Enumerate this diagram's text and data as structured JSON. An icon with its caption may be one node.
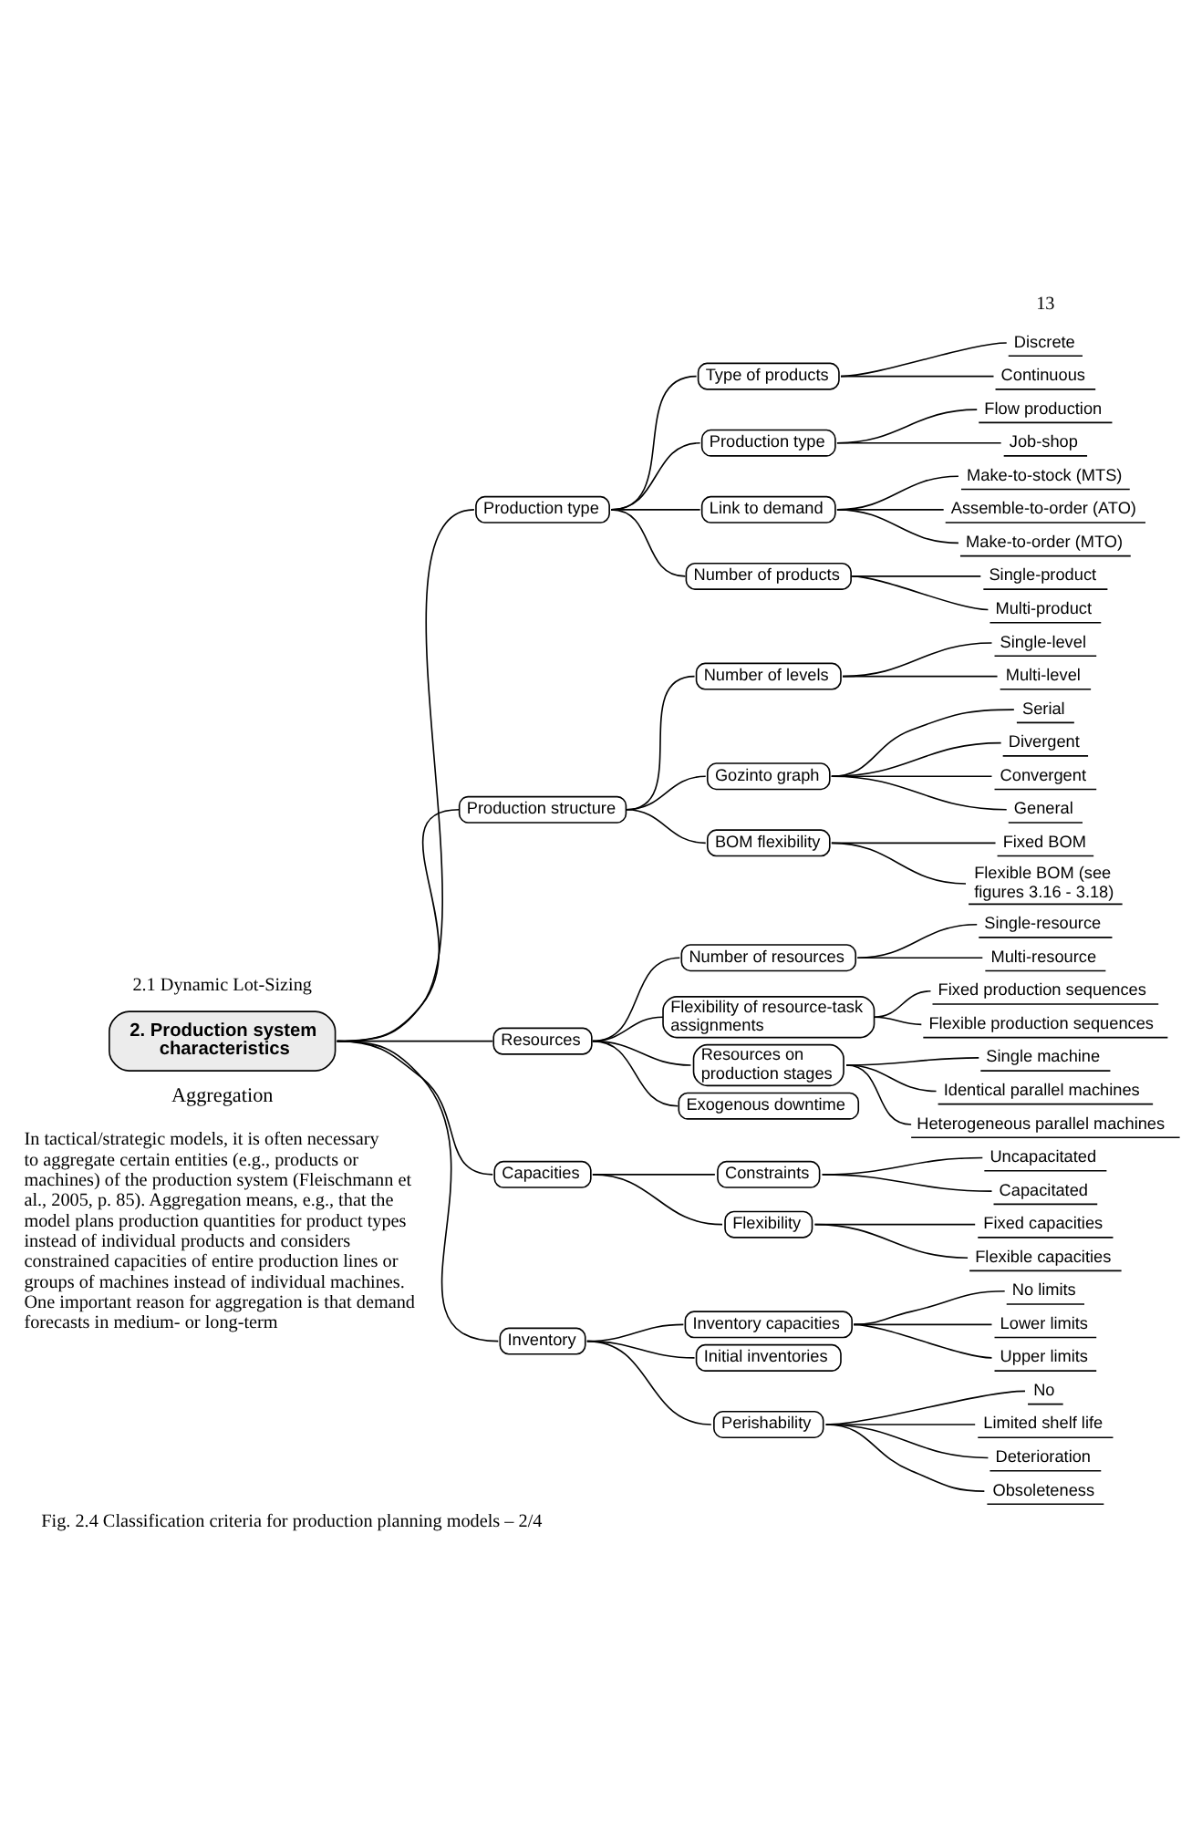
{
  "diagram": {
    "caption": "Fig. 2.4 Classification criteria for production planning models – 2/4",
    "nodes": [
      {
        "text": [
          "2. Production system characteristics"
        ]
      },
      {
        "text": [
          "Production type"
        ]
      },
      {
        "text": [
          "Type of products"
        ]
      },
      {
        "text": [
          "Discrete"
        ]
      },
      {
        "text": [
          "Continuous"
        ]
      },
      {
        "text": [
          "Production type"
        ]
      },
      {
        "text": [
          "Flow production"
        ]
      },
      {
        "text": [
          "Job-shop"
        ]
      },
      {
        "text": [
          "Link to demand"
        ]
      },
      {
        "text": [
          "Make-to-stock (MTS)"
        ]
      },
      {
        "text": [
          "Assemble-to-order (ATO)"
        ]
      },
      {
        "text": [
          "Make-to-order (MTO)"
        ]
      },
      {
        "text": [
          "Number of products"
        ]
      },
      {
        "text": [
          "Single-product"
        ]
      },
      {
        "text": [
          "Multi-product"
        ]
      },
      {
        "text": [
          "Production structure"
        ]
      },
      {
        "text": [
          "Number of levels"
        ]
      },
      {
        "text": [
          "Single-level"
        ]
      },
      {
        "text": [
          "Multi-level"
        ]
      },
      {
        "text": [
          "Gozinto graph"
        ]
      },
      {
        "text": [
          "Serial"
        ]
      },
      {
        "text": [
          "Divergent"
        ]
      },
      {
        "text": [
          "Convergent"
        ]
      },
      {
        "text": [
          "General"
        ]
      },
      {
        "text": [
          "BOM flexibility"
        ]
      },
      {
        "text": [
          "Fixed BOM"
        ]
      },
      {
        "text": [
          "Flexible BOM (see figures 3.16 - 3.18)"
        ]
      },
      {
        "text": [
          "Resources"
        ]
      },
      {
        "text": [
          "Number of resources"
        ]
      },
      {
        "text": [
          "Single-resource"
        ]
      },
      {
        "text": [
          "Multi-resource"
        ]
      },
      {
        "text": [
          "Flexibility of resource-task assignments"
        ]
      },
      {
        "text": [
          "Fixed production sequences"
        ]
      },
      {
        "text": [
          "Flexible production sequences"
        ]
      },
      {
        "text": [
          "Resources on production stages"
        ]
      },
      {
        "text": [
          "Single machine"
        ]
      },
      {
        "text": [
          "Identical parallel machines"
        ]
      },
      {
        "text": [
          "Heterogeneous parallel machines"
        ]
      },
      {
        "text": [
          "Exogenous downtime"
        ]
      },
      {
        "text": [
          "Capacities"
        ]
      },
      {
        "text": [
          "Constraints"
        ]
      },
      {
        "text": [
          "Uncapacitated"
        ]
      },
      {
        "text": [
          "Capacitated"
        ]
      },
      {
        "text": [
          "Flexibility"
        ]
      },
      {
        "text": [
          "Fixed capacities"
        ]
      },
      {
        "text": [
          "Flexible capacities"
        ]
      },
      {
        "text": [
          "Inventory"
        ]
      },
      {
        "text": [
          "Inventory capacities"
        ]
      },
      {
        "text": [
          "No limits"
        ]
      },
      {
        "text": [
          "Lower limits"
        ]
      },
      {
        "text": [
          "Upper limits"
        ]
      },
      {
        "text": [
          "Initial inventories"
        ]
      },
      {
        "text": [
          "Perishability"
        ]
      },
      {
        "text": [
          "No"
        ]
      },
      {
        "text": [
          "Limited shelf life"
        ]
      },
      {
        "text": [
          "Deterioration"
        ]
      },
      {
        "text": [
          "Obsoleteness"
        ]
      }
    ],
    "edges": [
      {
        "from": 0,
        "to": 1,
        "arrow": "none"
      },
      {
        "from": 1,
        "to": 2,
        "arrow": "none"
      },
      {
        "from": 2,
        "to": 3,
        "arrow": "none"
      },
      {
        "from": 2,
        "to": 4,
        "arrow": "none"
      },
      {
        "from": 1,
        "to": 5,
        "arrow": "none"
      },
      {
        "from": 5,
        "to": 6,
        "arrow": "none"
      },
      {
        "from": 5,
        "to": 7,
        "arrow": "none"
      },
      {
        "from": 1,
        "to": 8,
        "arrow": "none"
      },
      {
        "from": 8,
        "to": 9,
        "arrow": "none"
      },
      {
        "from": 8,
        "to": 10,
        "arrow": "none"
      },
      {
        "from": 8,
        "to": 11,
        "arrow": "none"
      },
      {
        "from": 1,
        "to": 12,
        "arrow": "none"
      },
      {
        "from": 12,
        "to": 13,
        "arrow": "none"
      },
      {
        "from": 12,
        "to": 14,
        "arrow": "none"
      },
      {
        "from": 0,
        "to": 15,
        "arrow": "none"
      },
      {
        "from": 15,
        "to": 16,
        "arrow": "none"
      },
      {
        "from": 16,
        "to": 17,
        "arrow": "none"
      },
      {
        "from": 16,
        "to": 18,
        "arrow": "none"
      },
      {
        "from": 15,
        "to": 19,
        "arrow": "none"
      },
      {
        "from": 19,
        "to": 20,
        "arrow": "none"
      },
      {
        "from": 19,
        "to": 21,
        "arrow": "none"
      },
      {
        "from": 19,
        "to": 22,
        "arrow": "none"
      },
      {
        "from": 19,
        "to": 23,
        "arrow": "none"
      },
      {
        "from": 15,
        "to": 24,
        "arrow": "none"
      },
      {
        "from": 24,
        "to": 25,
        "arrow": "none"
      },
      {
        "from": 24,
        "to": 26,
        "arrow": "none"
      },
      {
        "from": 0,
        "to": 27,
        "arrow": "none"
      },
      {
        "from": 27,
        "to": 28,
        "arrow": "none"
      },
      {
        "from": 28,
        "to": 29,
        "arrow": "none"
      },
      {
        "from": 28,
        "to": 30,
        "arrow": "none"
      },
      {
        "from": 27,
        "to": 31,
        "arrow": "none"
      },
      {
        "from": 31,
        "to": 32,
        "arrow": "none"
      },
      {
        "from": 31,
        "to": 33,
        "arrow": "none"
      },
      {
        "from": 27,
        "to": 34,
        "arrow": "none"
      },
      {
        "from": 34,
        "to": 35,
        "arrow": "none"
      },
      {
        "from": 34,
        "to": 36,
        "arrow": "none"
      },
      {
        "from": 34,
        "to": 37,
        "arrow": "none"
      },
      {
        "from": 27,
        "to": 38,
        "arrow": "none"
      },
      {
        "from": 0,
        "to": 39,
        "arrow": "none"
      },
      {
        "from": 39,
        "to": 40,
        "arrow": "none"
      },
      {
        "from": 40,
        "to": 41,
        "arrow": "none"
      },
      {
        "from": 40,
        "to": 42,
        "arrow": "none"
      },
      {
        "from": 39,
        "to": 43,
        "arrow": "none"
      },
      {
        "from": 43,
        "to": 44,
        "arrow": "none"
      },
      {
        "from": 43,
        "to": 45,
        "arrow": "none"
      },
      {
        "from": 0,
        "to": 46,
        "arrow": "none"
      },
      {
        "from": 46,
        "to": 47,
        "arrow": "none"
      },
      {
        "from": 47,
        "to": 48,
        "arrow": "none"
      },
      {
        "from": 47,
        "to": 49,
        "arrow": "none"
      },
      {
        "from": 47,
        "to": 50,
        "arrow": "none"
      },
      {
        "from": 46,
        "to": 51,
        "arrow": "none"
      },
      {
        "from": 46,
        "to": 52,
        "arrow": "none"
      },
      {
        "from": 52,
        "to": 53,
        "arrow": "none"
      },
      {
        "from": 52,
        "to": 54,
        "arrow": "none"
      },
      {
        "from": 52,
        "to": 55,
        "arrow": "none"
      },
      {
        "from": 52,
        "to": 56,
        "arrow": "none"
      }
    ],
    "labels": [
      "2.1 Dynamic Lot-Sizing",
      "13",
      "Aggregation",
      "In tactical/strategic models, it is often necessary to aggregate certain entities (e.g., products or machines) of the production system (Fleischmann et al., 2005, p. 85). Aggregation means, e.g., that the model plans production quantities for product types instead of individual products and considers constrained capacities of entire production lines or groups of machines instead of individual machines. One important reason for aggregation is that demand forecasts in medium- or long-term"
    ]
  }
}
